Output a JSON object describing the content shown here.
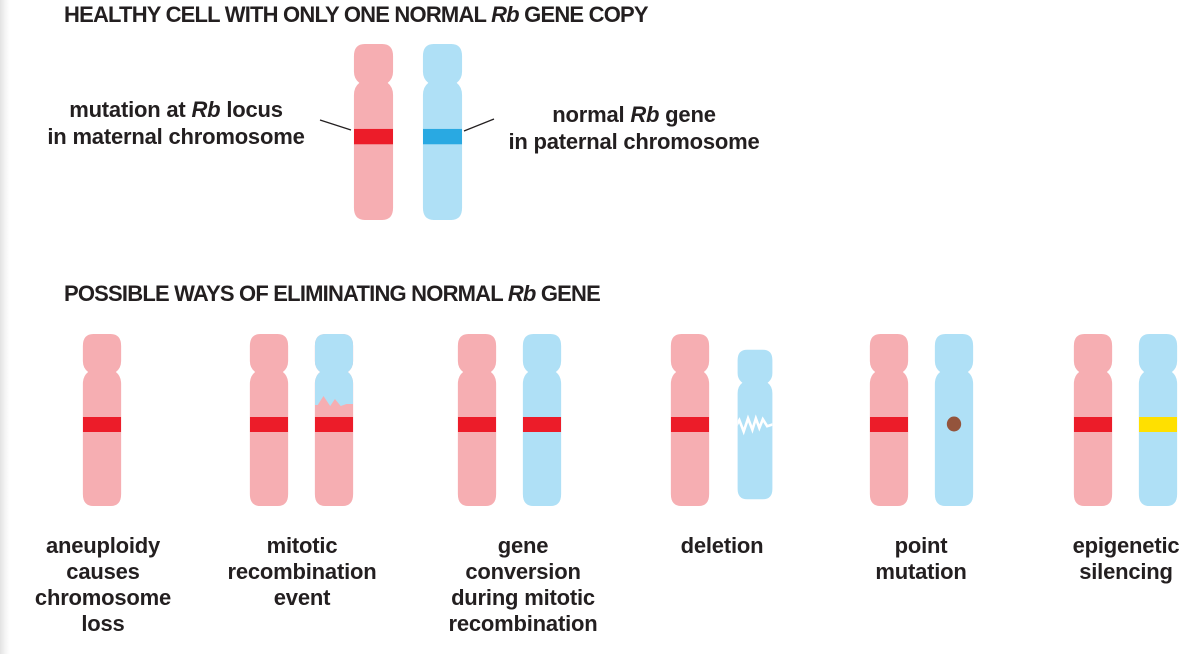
{
  "colors": {
    "maternal_pink": "#F6AEB2",
    "paternal_blue": "#AFE0F6",
    "mutant_band_red": "#EC1C29",
    "normal_band_blue": "#29A9E2",
    "silenced_band_yellow": "#FFE000",
    "point_mutation_brown": "#94543C",
    "text": "#231f20"
  },
  "top_section": {
    "title": {
      "pre": "HEALTHY CELL WITH ONLY ONE NORMAL ",
      "italic": "Rb",
      "post": " GENE COPY"
    },
    "maternal_label": {
      "line1": {
        "pre": "mutation at ",
        "italic": "Rb",
        "post": " locus"
      },
      "line2": "in maternal chromosome"
    },
    "paternal_label": {
      "line1": {
        "pre": "normal ",
        "italic": "Rb",
        "post": " gene"
      },
      "line2": "in paternal chromosome"
    },
    "chromosomes": [
      {
        "id": "maternal",
        "type": "maternal-mutant"
      },
      {
        "id": "paternal",
        "type": "paternal-normal"
      }
    ]
  },
  "bottom_section": {
    "title": {
      "pre": "POSSIBLE WAYS OF ELIMINATING NORMAL ",
      "italic": "Rb",
      "post": " GENE"
    },
    "groups": [
      {
        "id": "aneuploidy",
        "label_lines": [
          "aneuploidy",
          "causes",
          "chromosome",
          "loss"
        ],
        "chromosomes": [
          {
            "type": "maternal-mutant"
          }
        ]
      },
      {
        "id": "mitotic-recombination",
        "label_lines": [
          "mitotic",
          "recombination",
          "event"
        ],
        "chromosomes": [
          {
            "type": "maternal-mutant"
          },
          {
            "type": "recombinant"
          }
        ]
      },
      {
        "id": "gene-conversion",
        "label_lines": [
          "gene",
          "conversion",
          "during mitotic",
          "recombination"
        ],
        "chromosomes": [
          {
            "type": "maternal-mutant"
          },
          {
            "type": "gene-converted"
          }
        ]
      },
      {
        "id": "deletion",
        "label_lines": [
          "deletion"
        ],
        "chromosomes": [
          {
            "type": "maternal-mutant"
          },
          {
            "type": "deleted"
          }
        ]
      },
      {
        "id": "point-mutation",
        "label_lines": [
          "point",
          "mutation"
        ],
        "chromosomes": [
          {
            "type": "maternal-mutant"
          },
          {
            "type": "point-mutant"
          }
        ]
      },
      {
        "id": "epigenetic-silencing",
        "label_lines": [
          "epigenetic",
          "silencing"
        ],
        "chromosomes": [
          {
            "type": "maternal-mutant"
          },
          {
            "type": "silenced"
          }
        ]
      }
    ]
  }
}
